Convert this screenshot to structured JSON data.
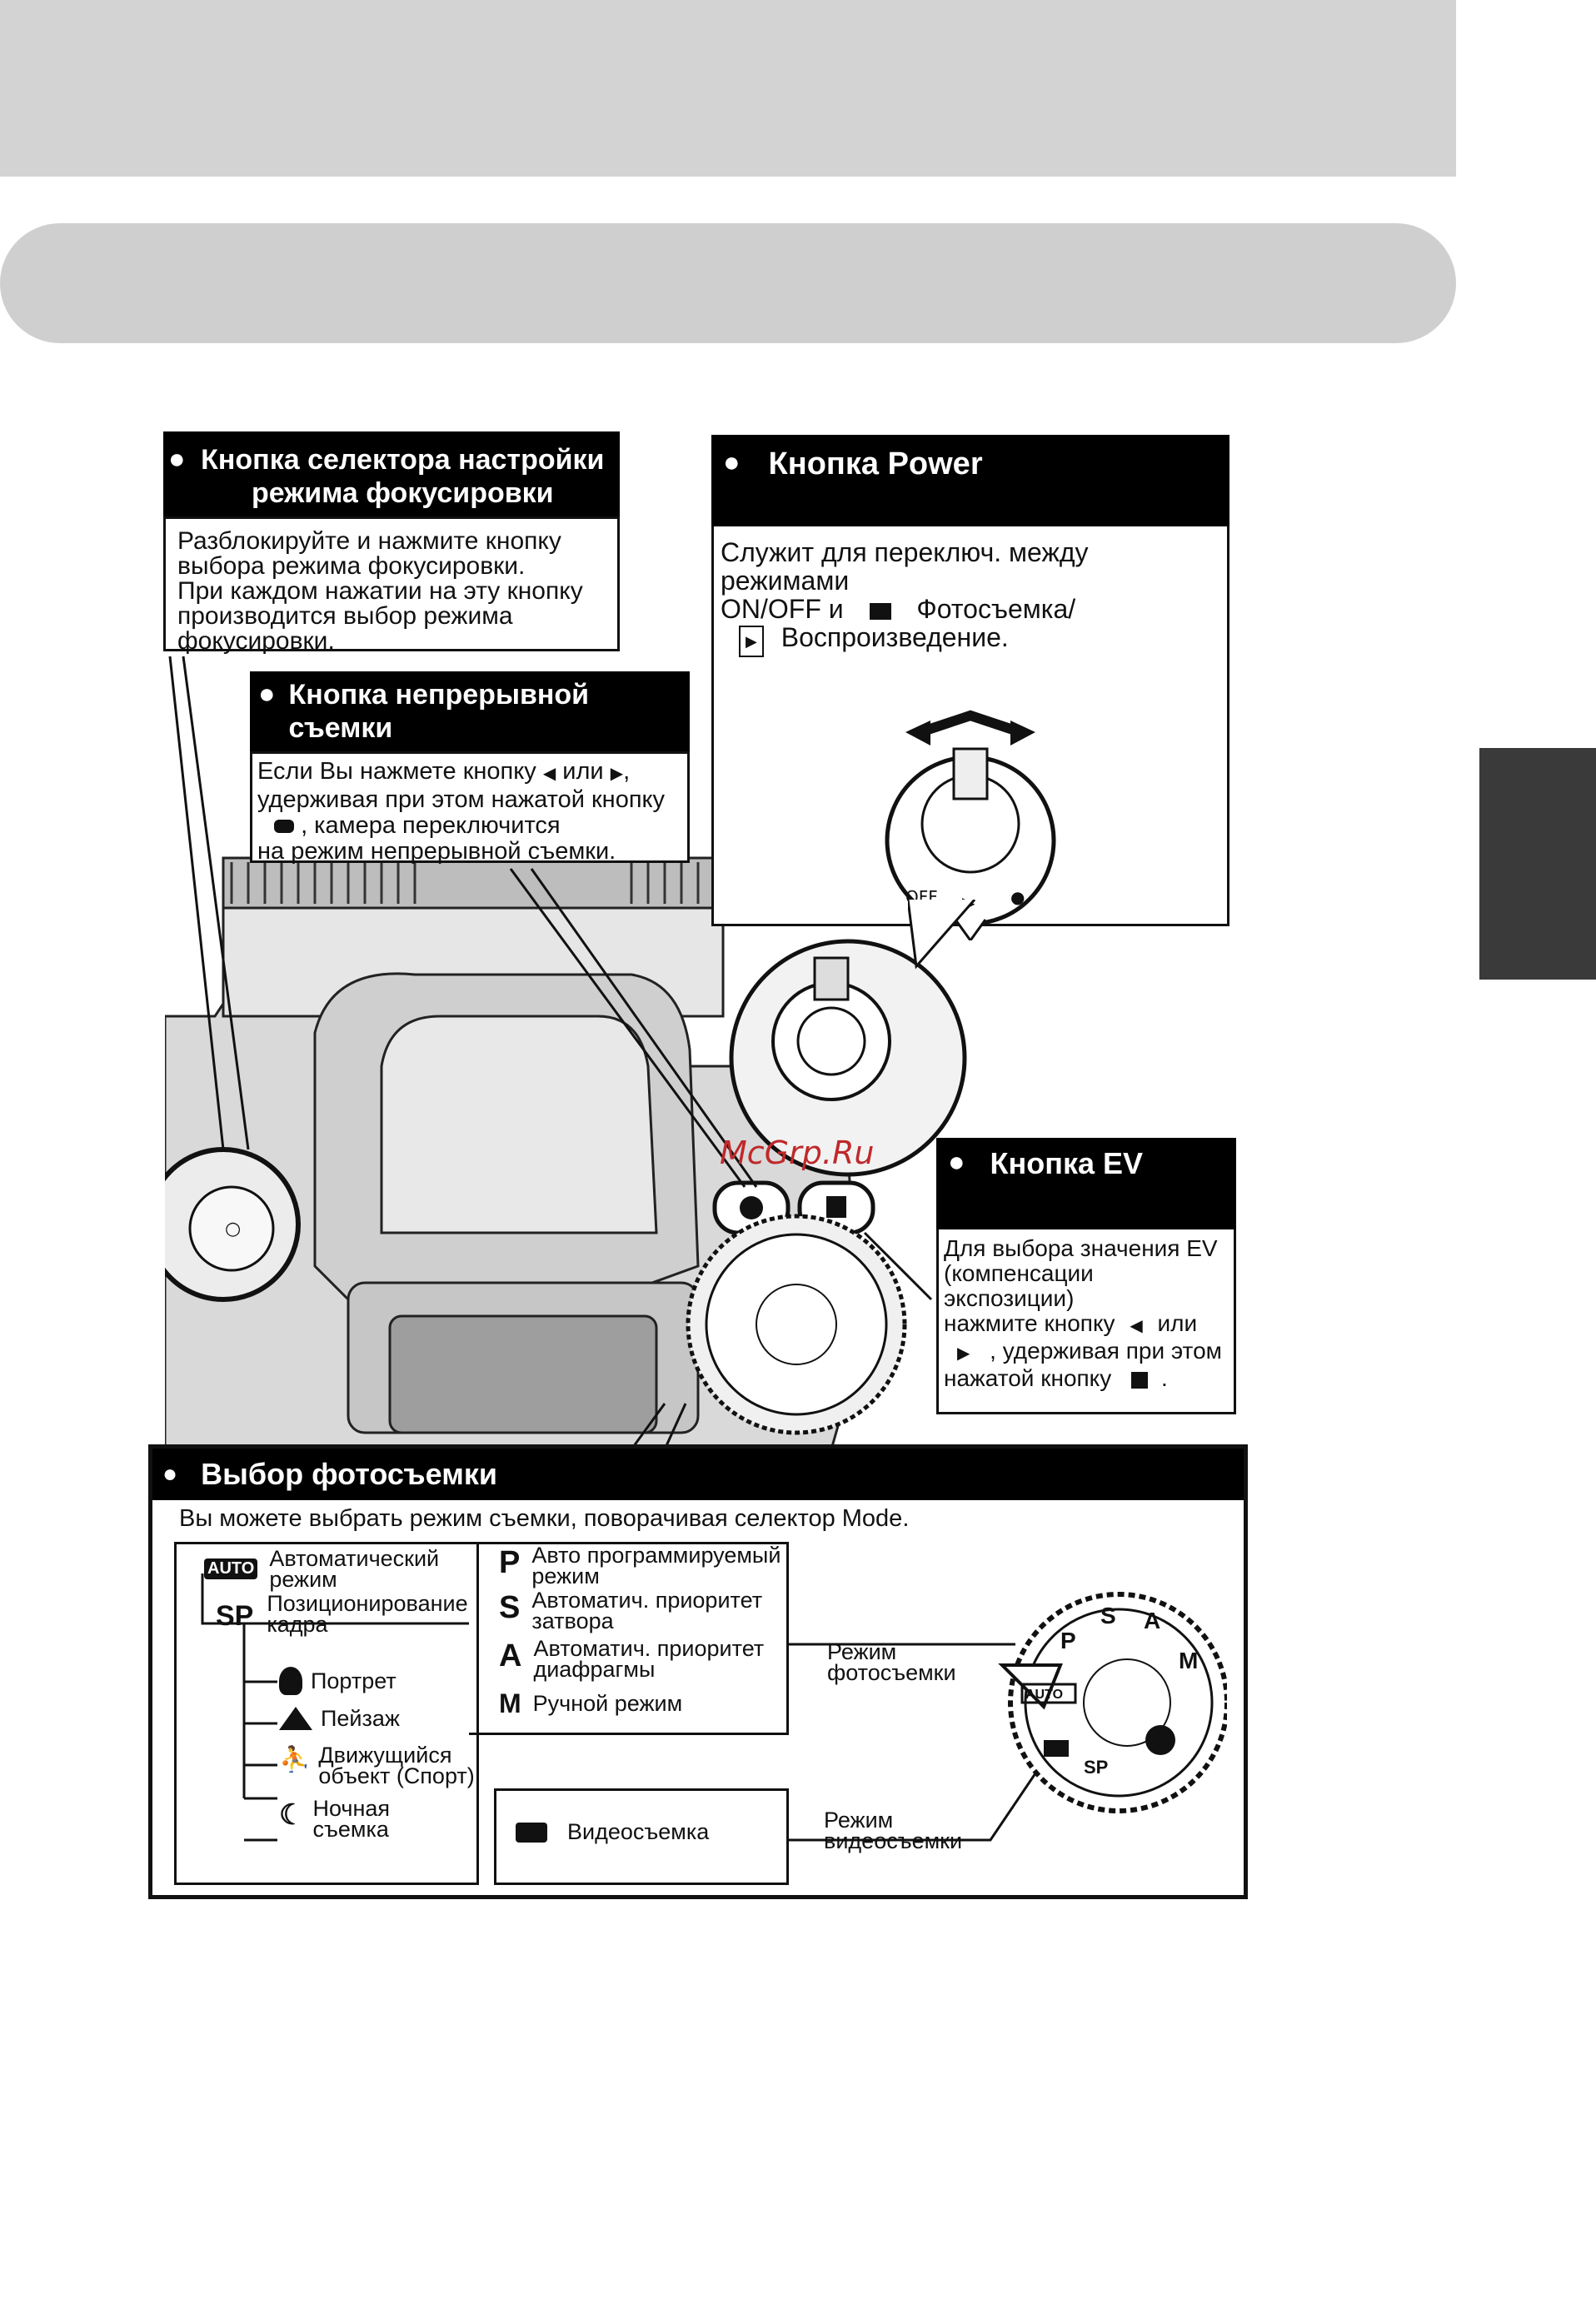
{
  "watermark": "McGrp.Ru",
  "focus": {
    "title": "Кнопка селектора настройки\nрежима фокусировки",
    "body": "Разблокируйте и нажмите кнопку\nвыбора режима фокусировки.\nПри каждом нажатии на эту кнопку\nпроизводится выбор режима\nфокусировки."
  },
  "power": {
    "title": "Кнопка Power",
    "body_line1": "Служит для переключ. между режимами",
    "body_line2a": "ON/OFF и",
    "body_line2b": "Фотосъемка/",
    "body_line3": "Воспроизведение."
  },
  "burst": {
    "title": "Кнопка непрерывной\nсъемки",
    "line1a": "Если Вы нажмете кнопку",
    "line1b": "или",
    "line2": "удерживая при этом нажатой кнопку",
    "line3": ", камера переключится",
    "line4": "на режим непрерывной съемки."
  },
  "ev": {
    "title": "Кнопка EV",
    "line1": "Для выбора значения EV",
    "line2": "(компенсации экспозиции)",
    "line3a": "нажмите кнопку",
    "line3b": "или",
    "line4": ", удерживая при этом",
    "line5": "нажатой кнопку"
  },
  "mode": {
    "title": "Выбор фотосъемки",
    "intro": "Вы можете выбрать режим съемки, поворачивая селектор Mode.",
    "auto_badge": "AUTO",
    "auto_label": "Автоматический\nрежим",
    "sp_badge": "SP",
    "sp_label": "Позиционирование\nкадра",
    "portrait": "Портрет",
    "landscape": "Пейзаж",
    "sport": "Движущийся\nобъект (Спорт)",
    "night": "Ночная\nсъемка",
    "p_glyph": "P",
    "p_label": "Авто программируемый\nрежим",
    "s_glyph": "S",
    "s_label": "Автоматич. приоритет\nзатвора",
    "a_glyph": "A",
    "a_label": "Автоматич. приоритет\nдиафрагмы",
    "m_glyph": "M",
    "m_label": "Ручной режим",
    "video_label": "Видеосъемка",
    "photo_mode": "Режим\nфотосъемки",
    "video_mode": "Режим\nвидеосъемки"
  },
  "dial": {
    "labels": [
      "P",
      "S",
      "A",
      "M",
      "AUTO",
      "SP"
    ]
  },
  "power_switch": {
    "labels": [
      "OFF",
      "▶",
      "●"
    ]
  }
}
